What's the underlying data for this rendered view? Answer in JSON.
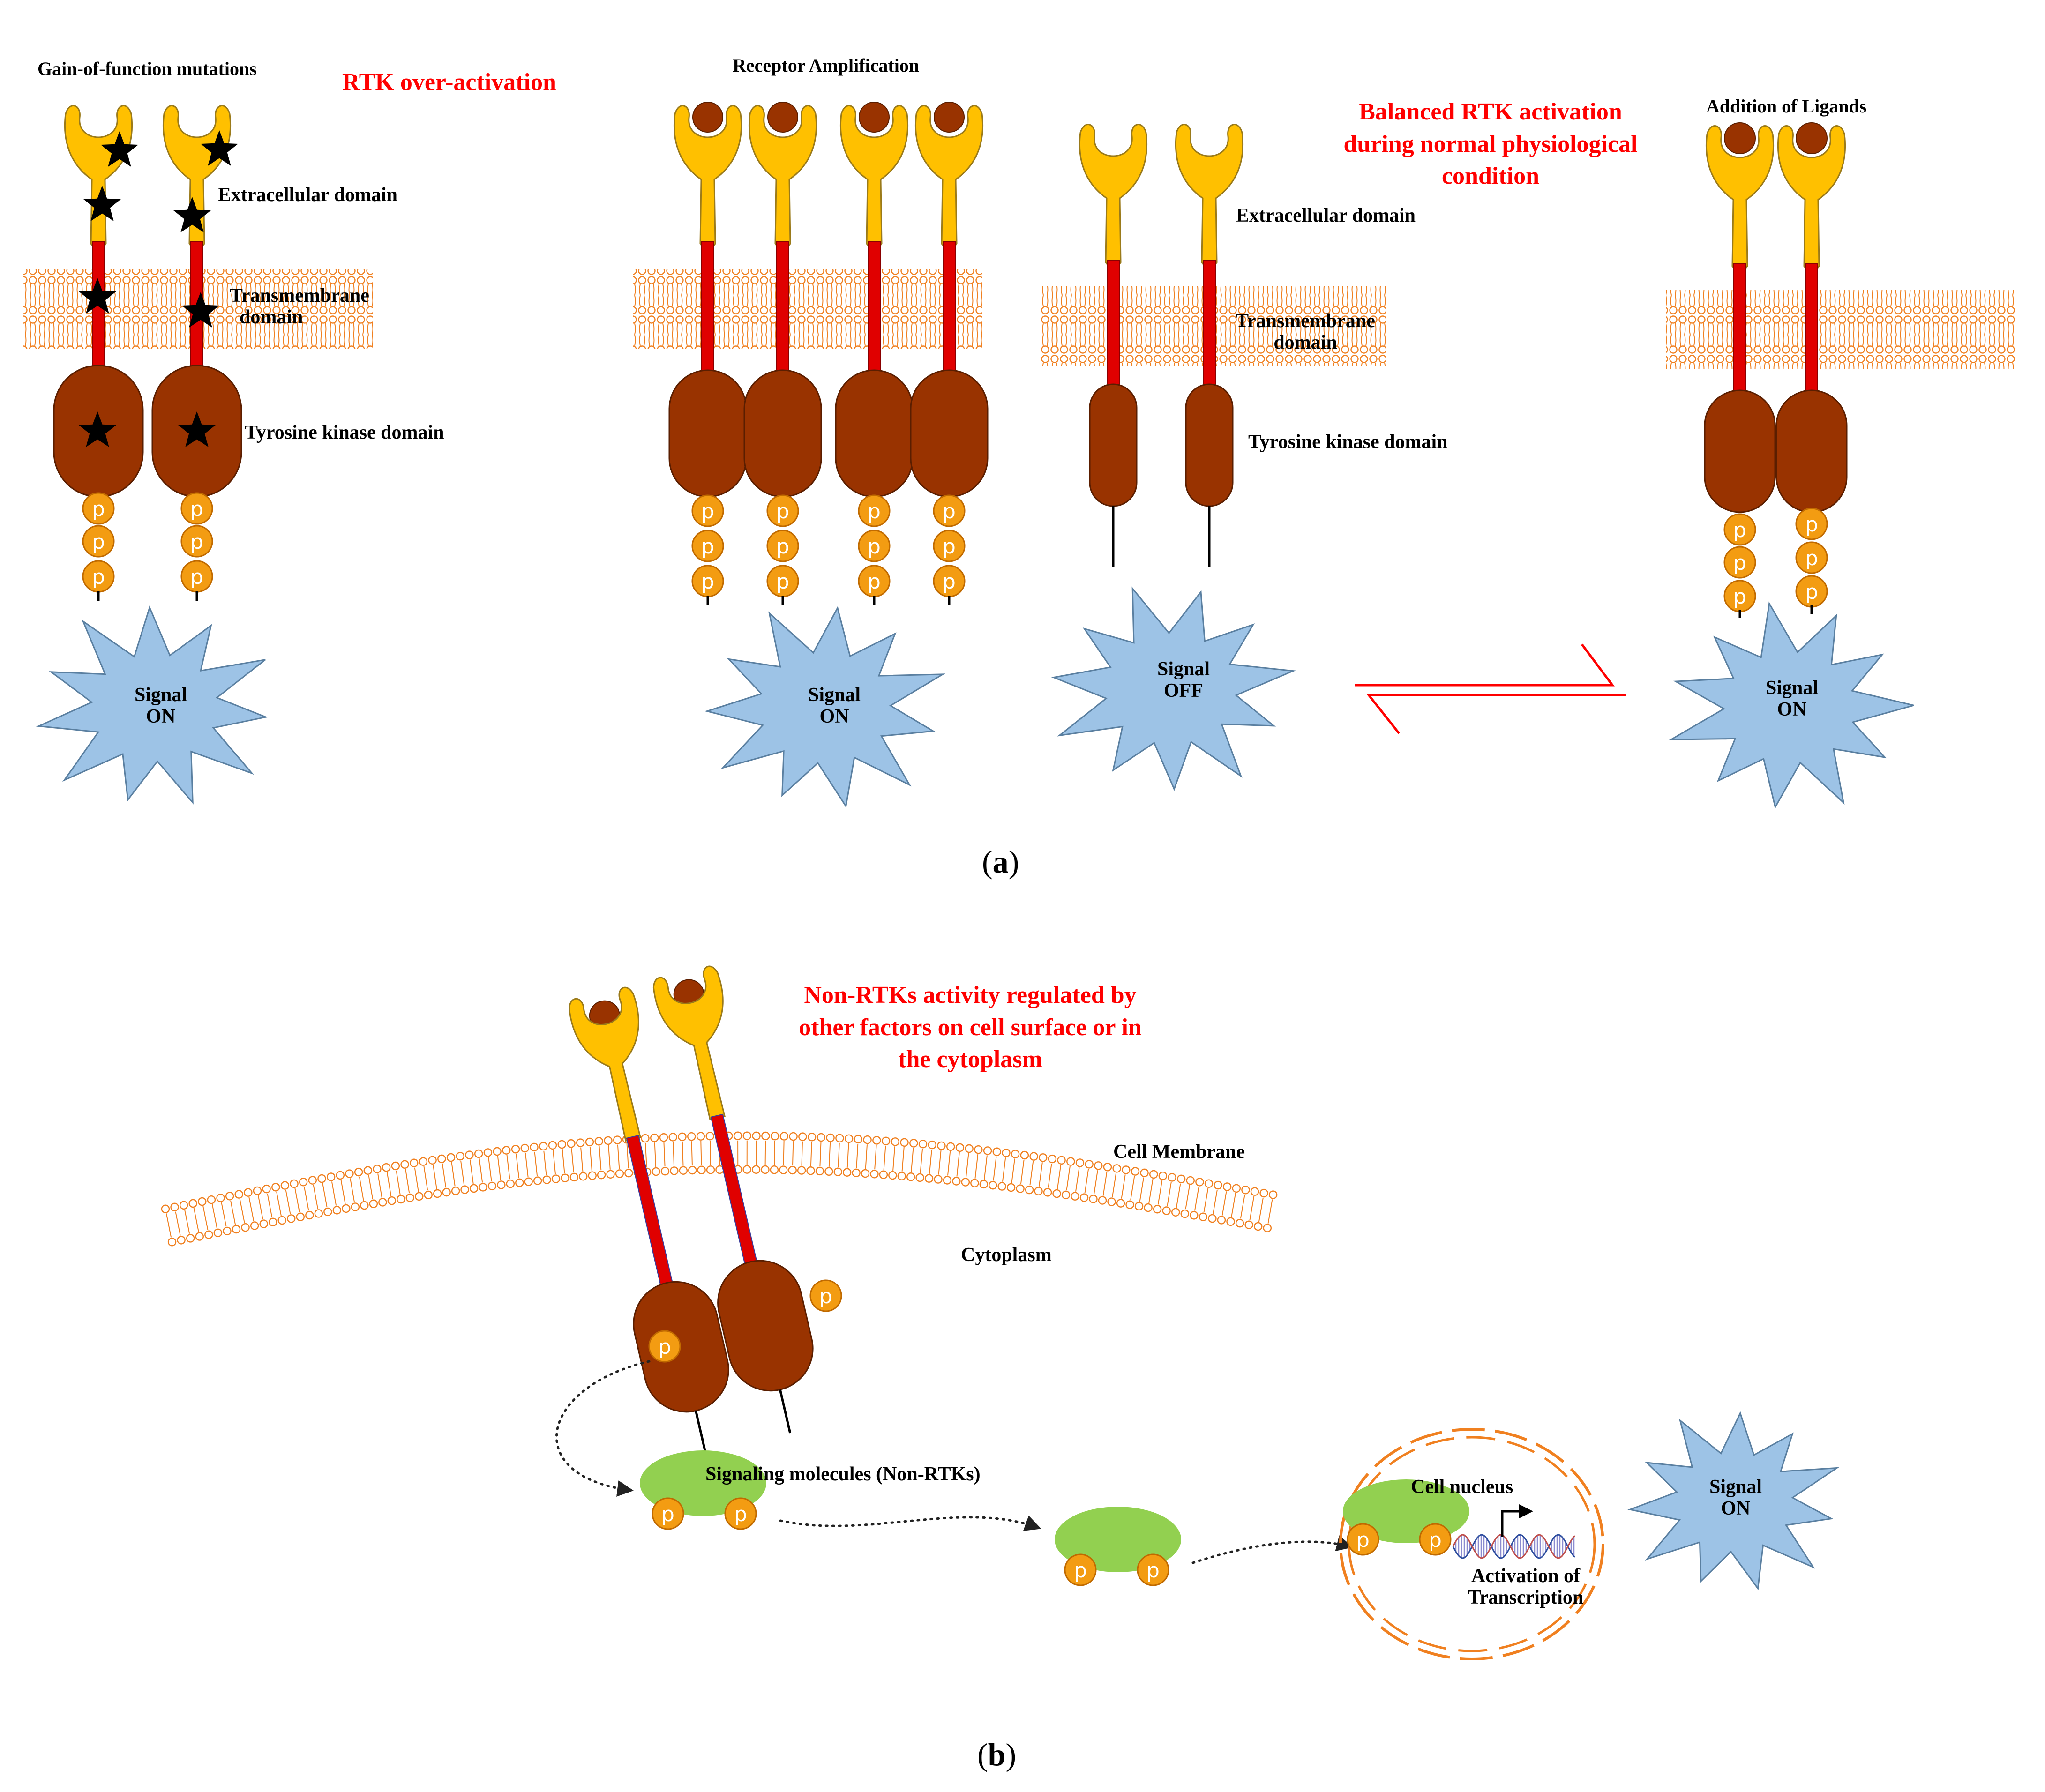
{
  "colors": {
    "receptor": "#FFC000",
    "receptor_stroke": "#9A7A1A",
    "transmembrane": "#E00000",
    "kinase": "#993300",
    "membrane": "#F08020",
    "phospho": "#F39C12",
    "signal": "#9DC3E6",
    "signal_stroke": "#5A7FA0",
    "nonrtk": "#92D050",
    "title_red": "#FF0000"
  },
  "icons": {
    "mutation": "star-icon",
    "phosphate": "phosphate-circle-icon",
    "signal": "starburst-icon",
    "equilibrium": "equilibrium-arrow-icon"
  },
  "panel_a": {
    "label": "a",
    "gof": {
      "title": "Gain-of-function mutations",
      "heading": "RTK over-activation",
      "extracellular": "Extracellular domain",
      "transmembrane": "Transmembrane\n  domain",
      "kinase": "Tyrosine kinase domain",
      "signal": "Signal\nON",
      "phospho": "p"
    },
    "amplification": {
      "title": "Receptor Amplification",
      "signal": "Signal\nON"
    },
    "normal": {
      "heading": "Balanced RTK activation\nduring normal physiological\ncondition",
      "extracellular": "Extracellular domain",
      "transmembrane": "Transmembrane\ndomain",
      "kinase": "Tyrosine kinase domain",
      "signal": "Signal\nOFF"
    },
    "ligands": {
      "title": "Addition of Ligands",
      "signal": "Signal\nON"
    }
  },
  "panel_b": {
    "label": "b",
    "heading": "Non-RTKs activity regulated by\nother factors on cell surface or in\nthe cytoplasm",
    "membrane": "Cell Membrane",
    "cytoplasm": "Cytoplasm",
    "signaling": "Signaling molecules (Non-RTKs)",
    "nucleus": "Cell nucleus",
    "transcription": "Activation of\nTranscription",
    "signal": "Signal\nON"
  }
}
